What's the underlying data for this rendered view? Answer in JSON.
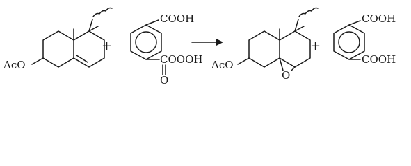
{
  "reaction": {
    "reactant1": {
      "substituent_label": "AcO"
    },
    "reactant2": {
      "group1_label": "COOH",
      "group2_label": "COOOH",
      "oxo_label": "O"
    },
    "product1": {
      "substituent_label": "AcO",
      "epoxide_label": "O"
    },
    "product2": {
      "group1_label": "COOH",
      "group2_label": "COOH"
    },
    "operators": {
      "plus1": "+",
      "plus2": "+"
    }
  }
}
